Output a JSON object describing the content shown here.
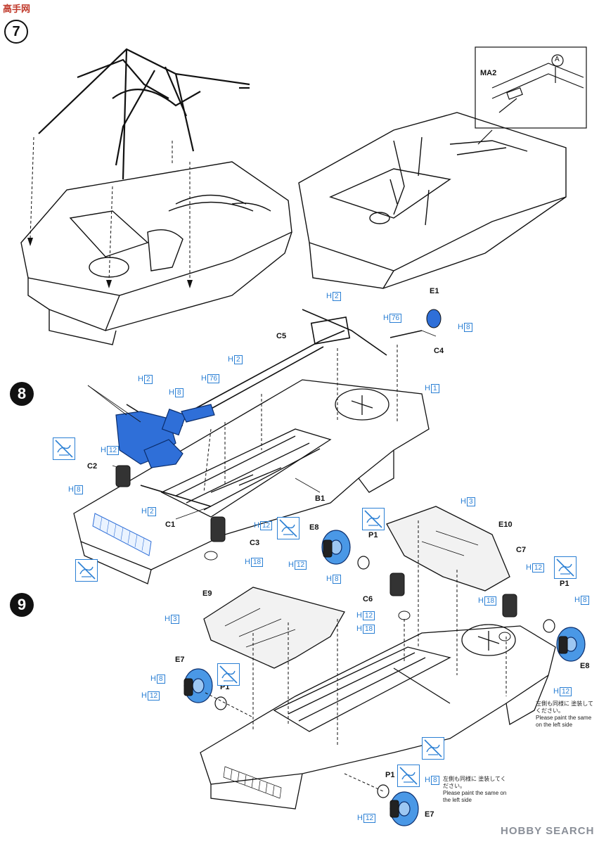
{
  "site_logo": "高手网",
  "steps": {
    "s7": "7",
    "s8": "8",
    "s9": "9"
  },
  "inset": {
    "circle": "A",
    "part": "MA2"
  },
  "parts": {
    "e1": "E1",
    "c5": "C5",
    "c4": "C4",
    "c2": "C2",
    "c1": "C1",
    "c3": "C3",
    "b1": "B1",
    "e8_top": "E8",
    "p1_top": "P1",
    "c6": "C6",
    "e10": "E10",
    "c7": "C7",
    "p1_right": "P1",
    "e8_right": "E8",
    "e9": "E9",
    "e7_left": "E7",
    "p1_left": "P1",
    "p1_bottom": "P1",
    "e7_bottom": "E7"
  },
  "paint": {
    "h_prefix": "H",
    "codes": [
      "2",
      "8",
      "76",
      "2",
      "1",
      "2",
      "8",
      "76",
      "12",
      "8",
      "2",
      "12",
      "18",
      "12",
      "8",
      "3",
      "12",
      "18",
      "12",
      "18",
      "3",
      "8",
      "12",
      "12",
      "8",
      "12",
      "8",
      "12"
    ]
  },
  "notes": {
    "right_jp": "左側も同様に 塗装してください。",
    "right_en": "Please paint the same on the left side",
    "bottom_jp": "左側も同様に 塗装してください。",
    "bottom_en": "Please paint the same on the left side"
  },
  "watermark": "HOBBY SEARCH",
  "colors": {
    "paint_blue": "#2a7fd4",
    "part_blue": "#2f6fd8",
    "line": "#111111"
  }
}
